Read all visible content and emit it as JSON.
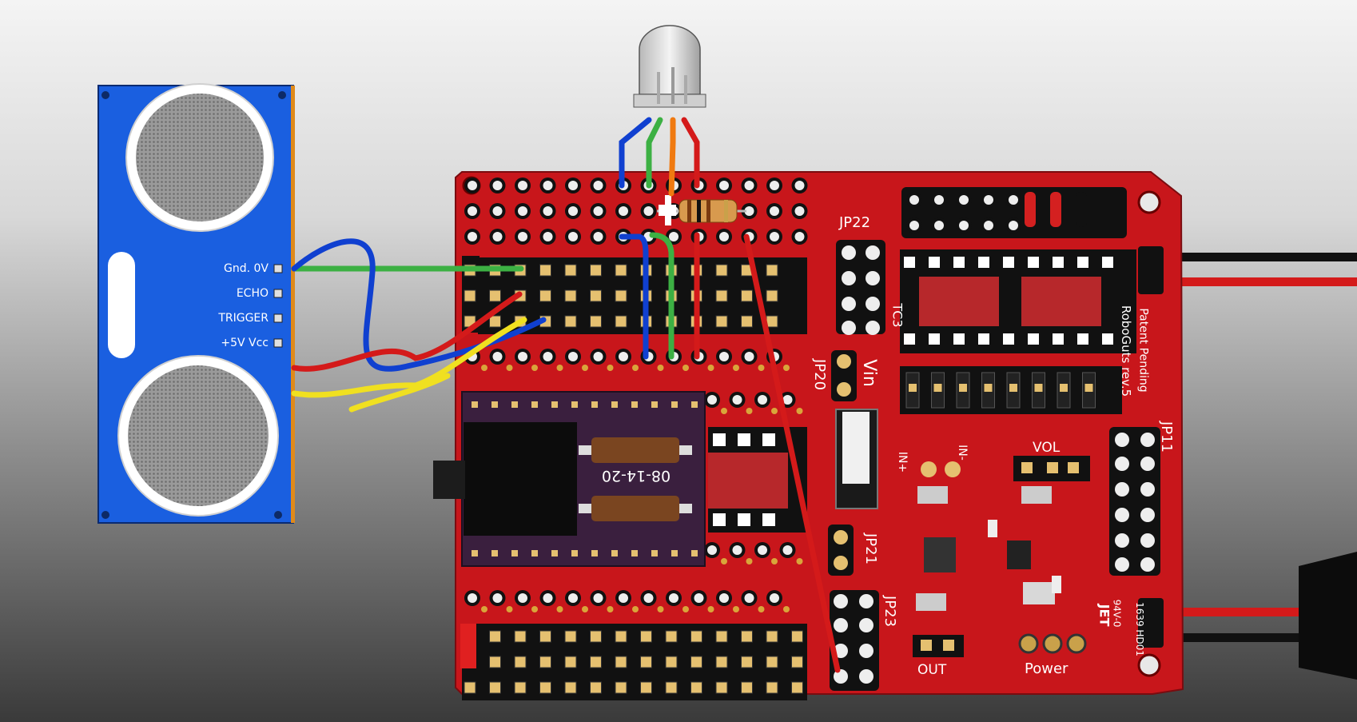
{
  "sensor": {
    "pins": [
      "Gnd. 0V",
      "ECHO",
      "TRIGGER",
      "+5V Vcc"
    ]
  },
  "board": {
    "labels": {
      "jp22": "JP22",
      "jp20": "JP20",
      "jp21": "JP21",
      "jp23": "JP23",
      "jp11": "JP11",
      "tc3": "TC3",
      "vin": "Vin",
      "vol": "VOL",
      "in_plus": "IN+",
      "in_minus": "IN-",
      "out": "OUT",
      "power": "Power",
      "patent": "Patent Pending",
      "product": "RoboGuts rev.5",
      "brand": "JET",
      "rating": "94V-0",
      "date_code": "1639 HD01"
    }
  },
  "module": {
    "date_code": "08-14-20"
  },
  "colors": {
    "board": "#c8161b",
    "sensor": "#1a5fe0",
    "module": "#3a1f3e",
    "wire_red": "#d41a1a",
    "wire_blue": "#1040d0",
    "wire_green": "#3cb043",
    "wire_yellow": "#f0e020",
    "wire_orange": "#f07a10",
    "wire_black": "#111111"
  }
}
